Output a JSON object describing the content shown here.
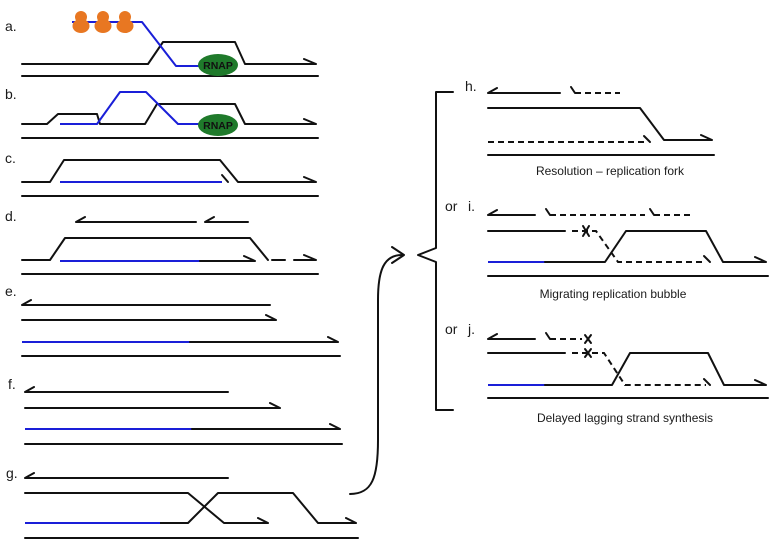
{
  "colors": {
    "dna": "#111111",
    "rna": "#1a1fd8",
    "rnap": "#1f7a2b",
    "ribosome": "#e87722",
    "break_mark": "#e02020"
  },
  "panels": {
    "a": "a.",
    "b": "b.",
    "c": "c.",
    "d": "d.",
    "e": "e.",
    "f": "f.",
    "g": "g.",
    "h": "h.",
    "i": "i.",
    "j": "j."
  },
  "or_labels": {
    "i": "or",
    "j": "or"
  },
  "rnap_label": "RNAP",
  "captions": {
    "h": "Resolution – replication fork",
    "i": "Migrating replication bubble",
    "j": "Delayed lagging strand synthesis"
  },
  "icons": [
    "ribosome-icon",
    "rnap-icon",
    "bracket-icon",
    "arrow-icon",
    "break-mark-icon"
  ]
}
